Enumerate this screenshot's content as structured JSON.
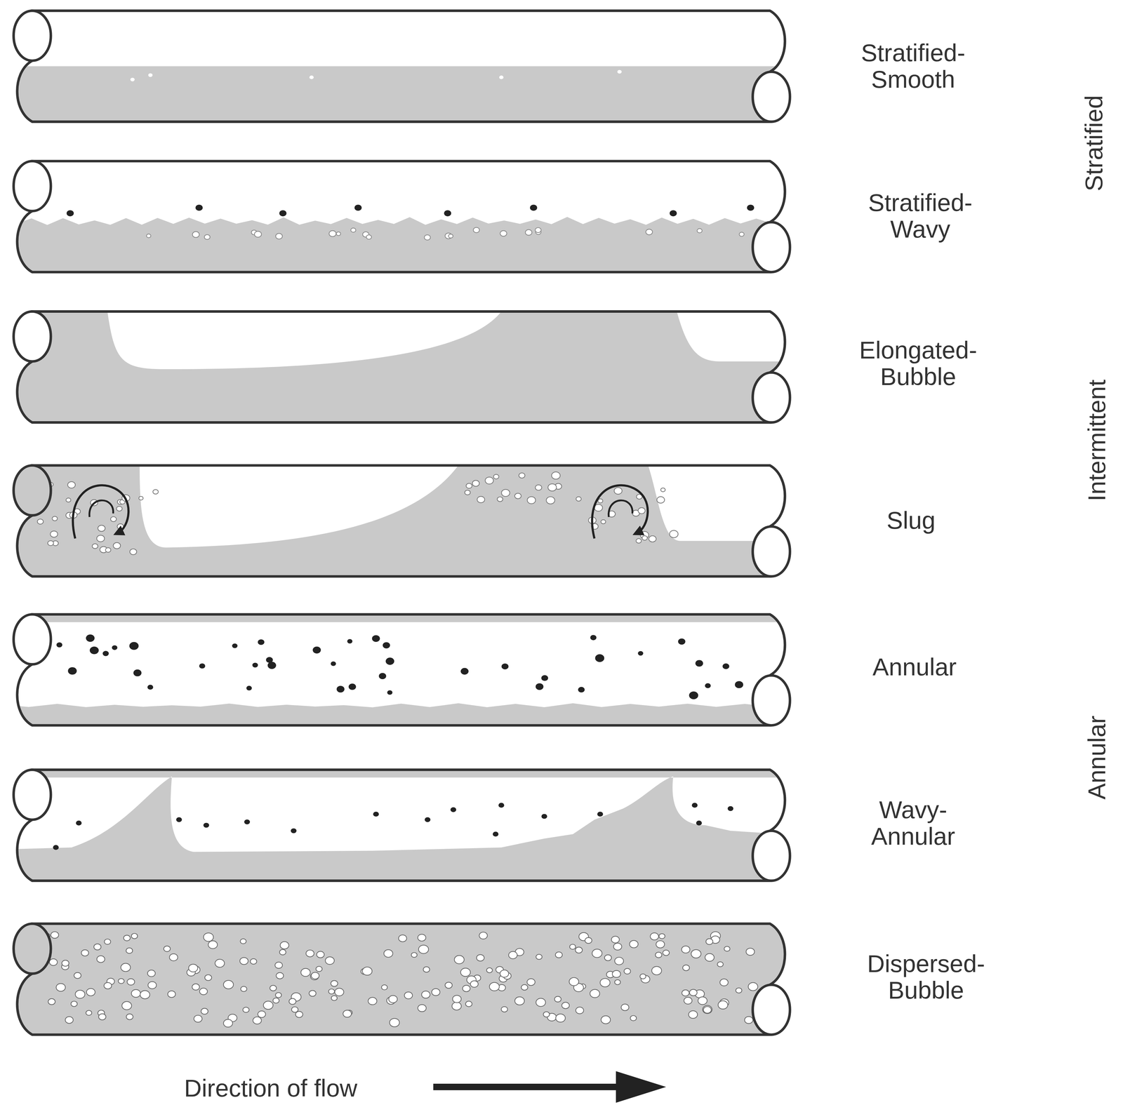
{
  "diagram": {
    "labels": [
      "Stratified- Smooth",
      "Stratified- Wavy",
      "Elongated- Bubble",
      "Slug",
      "Annular",
      "Wavy- Annular",
      "Dispersed- Bubble",
      "Stratified",
      "Intermittent",
      "Annular",
      "Direction of flow"
    ]
  }
}
